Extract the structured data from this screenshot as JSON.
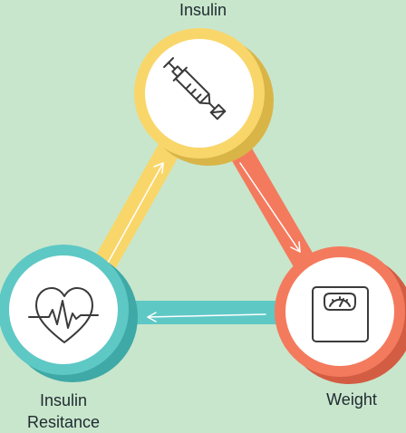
{
  "nodes": {
    "top": {
      "label": "Insulin",
      "icon": "syringe-icon",
      "color": "#f9d66a",
      "shadow": "#d9b548"
    },
    "left": {
      "label_line1": "Insulin",
      "label_line2": "Resitance",
      "icon": "heart-rate-icon",
      "color": "#5ec8c5",
      "shadow": "#3ea9a6"
    },
    "right": {
      "label": "Weight",
      "icon": "scale-icon",
      "color": "#f47a5d",
      "shadow": "#d35d43"
    }
  },
  "colors": {
    "background": "#c8e6cc",
    "icon_stroke": "#3a3a3a",
    "circle_fill": "#ffffff",
    "arrow": "#ffffff"
  }
}
